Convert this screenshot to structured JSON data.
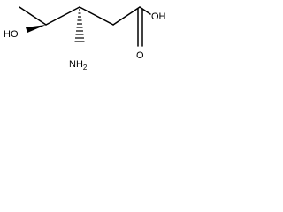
{
  "molecule": {
    "atoms": {
      "hydroxyl": "HO",
      "amine_main": "NH",
      "amine_subscript": "2",
      "acid_oxygen_top": "OH",
      "acid_oxygen_bottom": "O"
    },
    "stereo": {
      "hydroxyl_bond": "wedge",
      "amine_bond": "hash"
    },
    "colors": {
      "bond": "#000000",
      "text": "#000000",
      "background": "#ffffff"
    }
  }
}
